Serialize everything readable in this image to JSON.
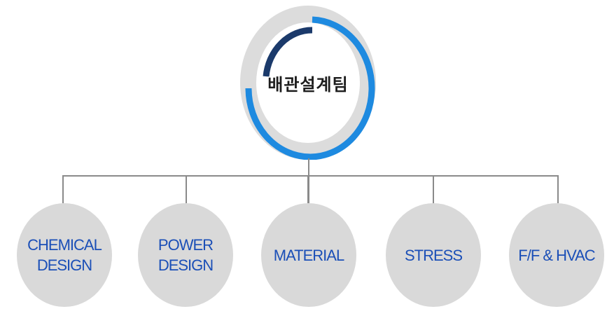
{
  "root": {
    "label": "배관설계팀",
    "colors": {
      "ring": "#dcdcdc",
      "arc_blue": "#1e8ae0",
      "arc_navy": "#1b3a6b"
    }
  },
  "children": [
    {
      "label": "CHEMICAL\nDESIGN"
    },
    {
      "label": "POWER\nDESIGN"
    },
    {
      "label": "MATERIAL"
    },
    {
      "label": "STRESS"
    },
    {
      "label": "F/F & HVAC"
    }
  ],
  "colors": {
    "node_fill": "#d9d9d9",
    "node_text": "#1b4fb7",
    "connector": "#8a8a8a"
  }
}
